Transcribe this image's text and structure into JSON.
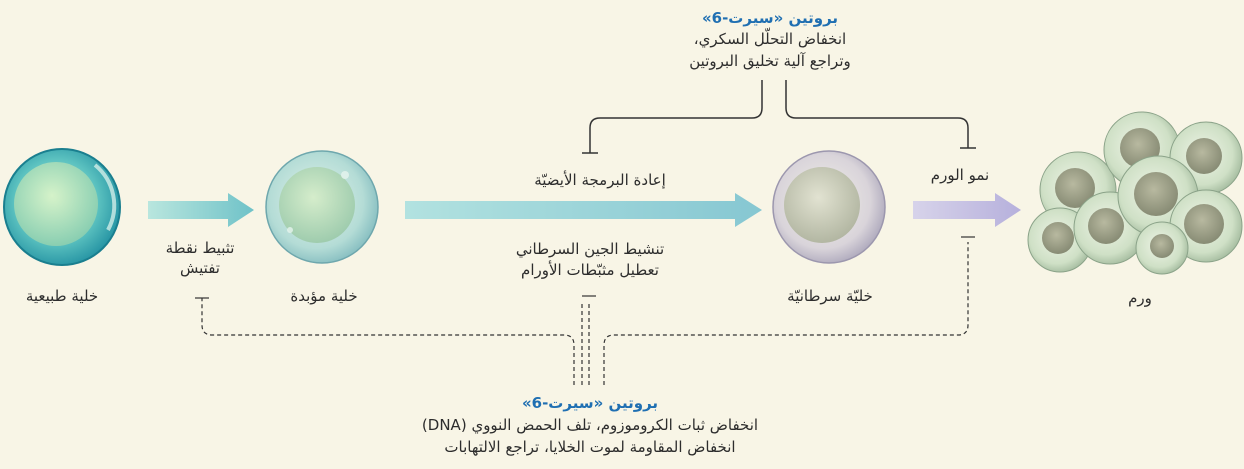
{
  "top_box": {
    "title": "بروتين «سيرت-6»",
    "line1": "انخفاض التحلّل السكري،",
    "line2": "وتراجع آلية تخليق البروتين"
  },
  "bottom_box": {
    "title": "بروتين «سيرت-6»",
    "line1": "انخفاض ثبات الكروموزوم، تلف الحمض النووي (DNA)",
    "line2": "انخفاض المقاومة لموت الخلايا، تراجع الالتهابات"
  },
  "cells": {
    "normal": "خلية طبيعية",
    "immortal": "خلية مؤبدة",
    "cancer": "خليّة سرطانيّة",
    "tumor": "ورم"
  },
  "steps": {
    "checkpoint_line1": "تثبيط نقطة",
    "checkpoint_line2": "تفتيش",
    "reprogramming": "إعادة البرمجة الأيضيّة",
    "oncogene_line1": "تنشيط الجين السرطاني",
    "oncogene_line2": "تعطيل مثبّطات الأورام",
    "tumor_growth": "نمو الورم"
  },
  "colors": {
    "background": "#f8f5e6",
    "accent_title": "#1f6fb2",
    "arrow1": "#8fd0d0",
    "arrow2": "#a9d6dc",
    "arrow3": "#c9c4e4",
    "normal_cell": "#2aa3a8",
    "immortal_cell": "#a6d3cf",
    "cancer_cell": "#d6cdd8",
    "tumor_cell": "#bcd3b4"
  }
}
